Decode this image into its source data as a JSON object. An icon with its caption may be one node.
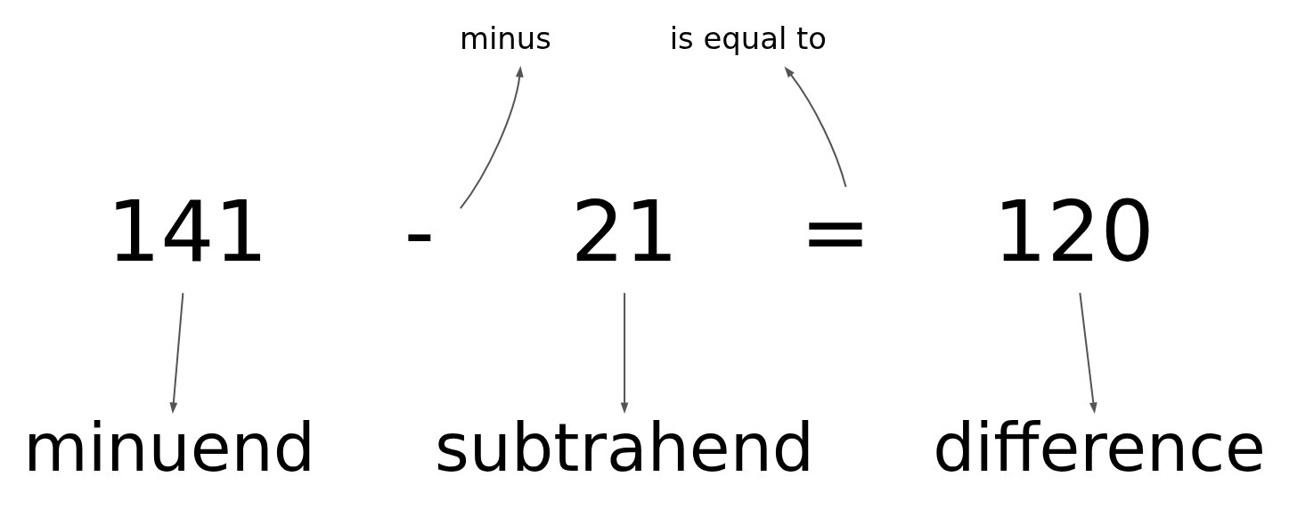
{
  "diagram": {
    "nodes": [
      {
        "text": [
          "minus"
        ]
      },
      {
        "text": [
          "is equal to"
        ]
      },
      {
        "text": [
          "141"
        ]
      },
      {
        "text": [
          "-"
        ]
      },
      {
        "text": [
          "21"
        ]
      },
      {
        "text": [
          "="
        ]
      },
      {
        "text": [
          "120"
        ]
      },
      {
        "text": [
          "minuend"
        ]
      },
      {
        "text": [
          "subtrahend"
        ]
      },
      {
        "text": [
          "difference"
        ]
      }
    ],
    "edges": [
      {
        "from": 3,
        "to": 0,
        "arrow": "to"
      },
      {
        "from": 5,
        "to": 1,
        "arrow": "to"
      },
      {
        "from": 2,
        "to": 7,
        "arrow": "to"
      },
      {
        "from": 4,
        "to": 8,
        "arrow": "to"
      },
      {
        "from": 6,
        "to": 9,
        "arrow": "to"
      }
    ]
  }
}
